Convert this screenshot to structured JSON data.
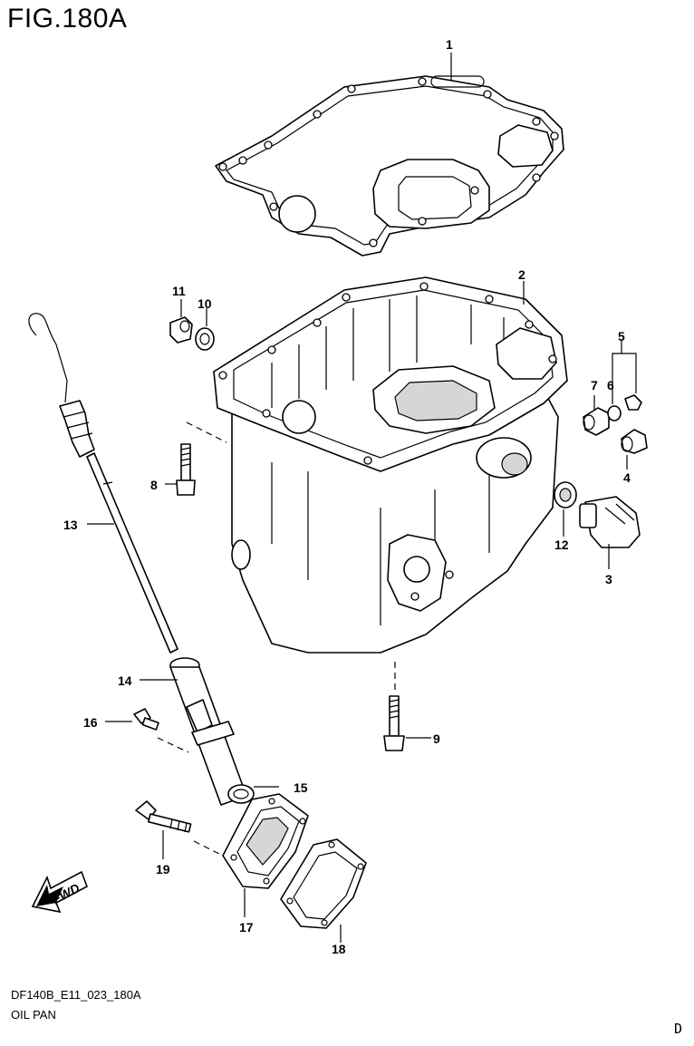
{
  "figure": {
    "title": "FIG.180A",
    "diagram_code": "DF140B_E11_023_180A",
    "caption": "OIL PAN",
    "corner_mark": "D",
    "fwd_label": "FWD"
  },
  "callouts": [
    "1",
    "2",
    "3",
    "4",
    "5",
    "6",
    "7",
    "8",
    "9",
    "10",
    "11",
    "12",
    "13",
    "14",
    "15",
    "16",
    "17",
    "18",
    "19"
  ]
}
